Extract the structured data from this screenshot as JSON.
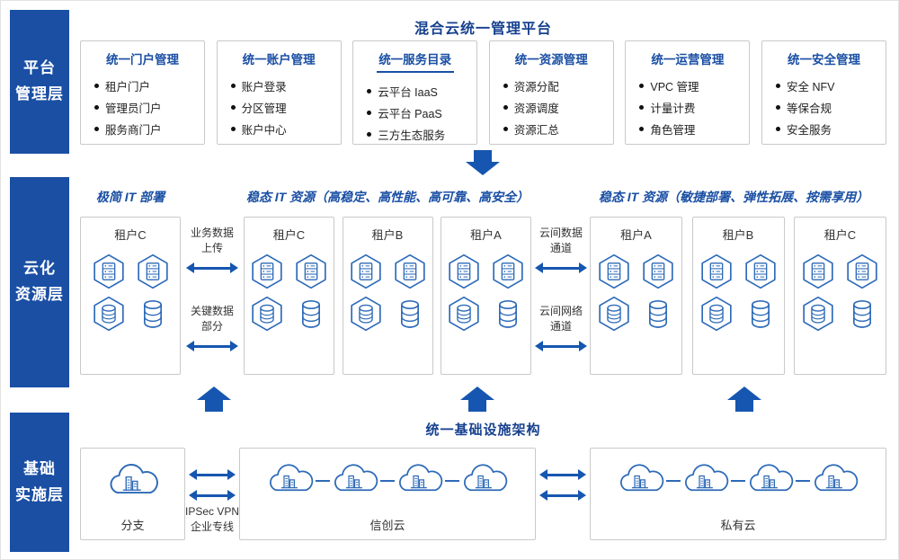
{
  "colors": {
    "primary_blue": "#1a4fa4",
    "arrow_blue": "#1656b0",
    "icon_blue": "#2d6ab8",
    "box_border": "#c9c9c9"
  },
  "platform_layer": {
    "label": "平台\n管理层",
    "title": "混合云统一管理平台",
    "boxes": [
      {
        "title": "统一门户管理",
        "items": [
          "租户门户",
          "管理员门户",
          "服务商门户"
        ]
      },
      {
        "title": "统一账户管理",
        "items": [
          "账户登录",
          "分区管理",
          "账户中心"
        ]
      },
      {
        "title": "统一服务目录",
        "items": [
          "云平台 IaaS",
          "云平台 PaaS",
          "三方生态服务"
        ]
      },
      {
        "title": "统一资源管理",
        "items": [
          "资源分配",
          "资源调度",
          "资源汇总"
        ]
      },
      {
        "title": "统一运营管理",
        "items": [
          "VPC 管理",
          "计量计费",
          "角色管理"
        ]
      },
      {
        "title": "统一安全管理",
        "items": [
          "安全 NFV",
          "等保合规",
          "安全服务"
        ]
      }
    ]
  },
  "cloud_layer": {
    "label": "云化\n资源层",
    "header_left": "极简 IT 部署",
    "header_center": "稳态 IT 资源（高稳定、高性能、高可靠、高安全）",
    "header_right": "稳态 IT 资源（敏捷部署、弹性拓展、按需享用）",
    "left_tenant": "租户C",
    "center_tenants": [
      "租户C",
      "租户B",
      "租户A"
    ],
    "right_tenants": [
      "租户A",
      "租户B",
      "租户C"
    ],
    "left_link_labels": [
      "业务数据\n上传",
      "关键数据\n部分"
    ],
    "right_link_labels": [
      "云间数据\n通道",
      "云间网络\n通道"
    ]
  },
  "infra_layer": {
    "label": "基础\n实施层",
    "title": "统一基础设施架构",
    "branch_label": "分支",
    "vpn_label": "IPSec VPN\n企业专线",
    "cloud_boxes": [
      "信创云",
      "私有云"
    ]
  }
}
